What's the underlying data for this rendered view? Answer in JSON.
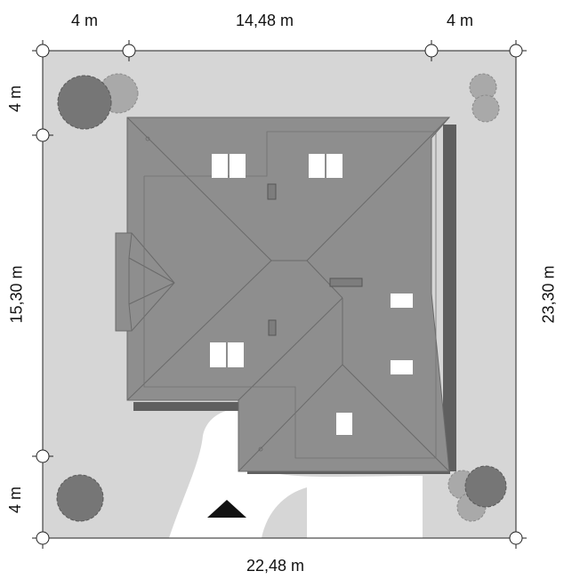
{
  "dimensions": {
    "top_left": "4 m",
    "top_middle": "14,48 m",
    "top_right": "4 m",
    "left_top": "4 m",
    "left_middle": "15,30 m",
    "left_bottom": "4 m",
    "right": "23,30 m",
    "bottom": "22,48 m"
  },
  "colors": {
    "plot": "#d6d6d6",
    "roof": "#8e8e8e",
    "roof_shadow": "#5f5f5f",
    "roof_line": "#6a6a6a",
    "window": "#ffffff",
    "path": "#ffffff",
    "tree_dark": "#767676",
    "tree_light": "#a9a9a9",
    "entrance_marker": "#111111"
  }
}
